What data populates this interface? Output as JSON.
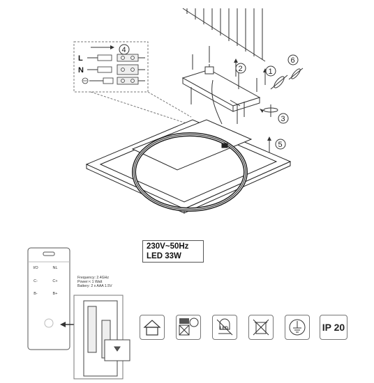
{
  "specs": {
    "voltage": "230V~50Hz",
    "power": "LED 33W"
  },
  "steps": [
    "1",
    "2",
    "3",
    "4",
    "5",
    "6"
  ],
  "wiring": {
    "live_label": "L",
    "neutral_label": "N"
  },
  "remote": {
    "buttons": [
      "I/O",
      "NL",
      "C-",
      "C+",
      "B-",
      "B+"
    ],
    "info_lines": [
      "Frequency:  2.4GHz",
      "Power:< 1 Watt",
      "Battery: 2 x AAA 1.5V"
    ]
  },
  "symbols": {
    "ip_rating": "IP 20",
    "led_label": "LED",
    "icons": [
      "indoor-house-icon",
      "no-dimmer-icon",
      "led-icon",
      "no-recycle-bin-icon",
      "protective-earth-icon"
    ]
  }
}
